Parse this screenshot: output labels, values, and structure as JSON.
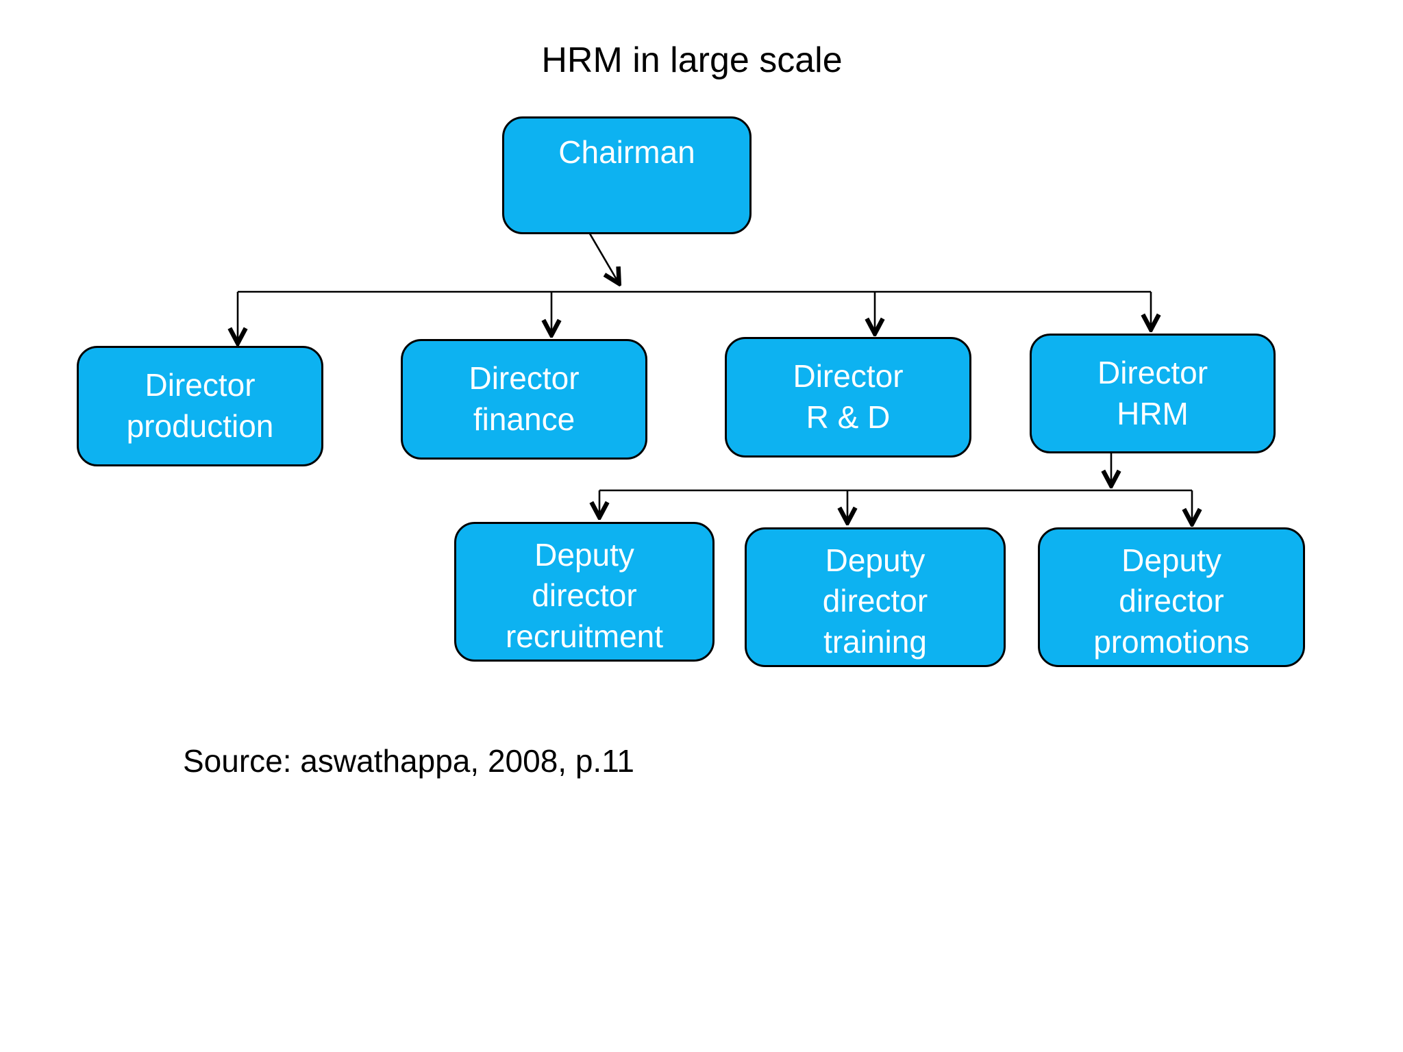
{
  "title": "HRM in large scale",
  "source": "Source: aswathappa, 2008, p.11",
  "colors": {
    "background": "#ffffff",
    "box_fill": "#0db2f1",
    "box_border": "#000000",
    "box_text": "#ffffff",
    "line": "#000000",
    "text": "#000000"
  },
  "nodes": {
    "chairman": {
      "lines": [
        "Chairman"
      ]
    },
    "production": {
      "lines": [
        "Director",
        "production"
      ]
    },
    "finance": {
      "lines": [
        "Director",
        "finance"
      ]
    },
    "rd": {
      "lines": [
        "Director",
        "R & D"
      ]
    },
    "hrm": {
      "lines": [
        "Director",
        "HRM"
      ]
    },
    "recruitment": {
      "lines": [
        "Deputy",
        "director",
        "recruitment"
      ]
    },
    "training": {
      "lines": [
        "Deputy",
        "director",
        "training"
      ]
    },
    "promotions": {
      "lines": [
        "Deputy",
        "director",
        "promotions"
      ]
    }
  },
  "edges": [
    {
      "from": "chairman",
      "to": "production"
    },
    {
      "from": "chairman",
      "to": "finance"
    },
    {
      "from": "chairman",
      "to": "rd"
    },
    {
      "from": "chairman",
      "to": "hrm"
    },
    {
      "from": "hrm",
      "to": "recruitment"
    },
    {
      "from": "hrm",
      "to": "training"
    },
    {
      "from": "hrm",
      "to": "promotions"
    }
  ]
}
